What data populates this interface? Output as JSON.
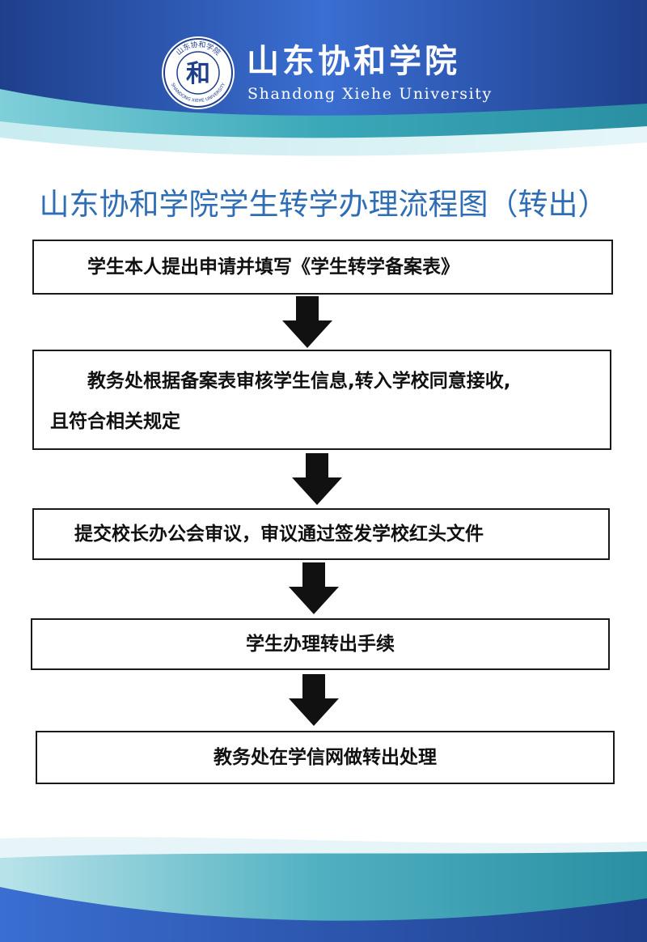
{
  "header": {
    "university_name_cn": "山东协和学院",
    "university_name_en": "Shandong Xiehe University",
    "logo": {
      "monogram": "和",
      "ring_text_top": "山东协和学院",
      "ring_text_bottom": "SHANDONG XIEHE UNIVERSITY"
    }
  },
  "title": "山东协和学院学生转学办理流程图（转出）",
  "flow": {
    "steps": [
      {
        "lines": [
          "学生本人提出申请并填写《学生转学备案表》"
        ]
      },
      {
        "lines": [
          "教务处根据备案表审核学生信息,转入学校同意接收,",
          "且符合相关规定"
        ]
      },
      {
        "lines": [
          "提交校长办公会审议，审议通过签发学校红头文件"
        ]
      },
      {
        "lines": [
          "学生办理转出手续"
        ]
      },
      {
        "lines": [
          "教务处在学信网做转出处理"
        ]
      }
    ],
    "arrow_icon": "down-arrow-icon"
  },
  "colors": {
    "banner_dark": "#1f3f8c",
    "banner_light": "#3a6ed1",
    "teal": "#3aa8b8",
    "title_blue": "#2f6eb4",
    "box_border": "#1a1a1a",
    "arrow": "#111111"
  }
}
